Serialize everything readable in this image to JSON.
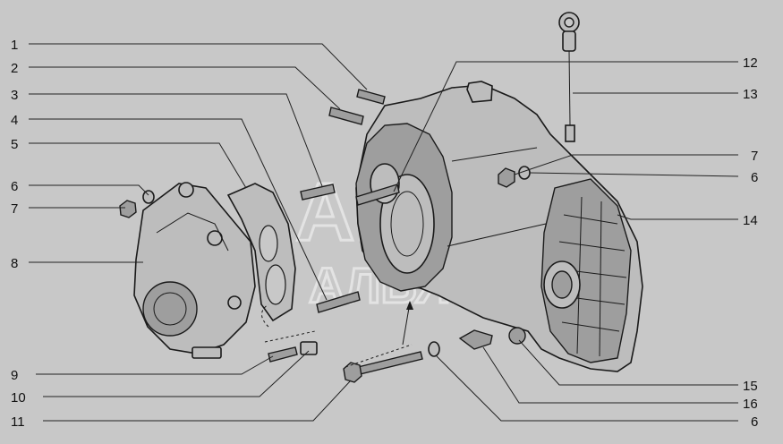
{
  "diagram": {
    "watermark": {
      "line1": "АВТО",
      "line2": "АЛЬЯНС"
    },
    "callouts": [
      {
        "id": "c1",
        "text": "1"
      },
      {
        "id": "c2",
        "text": "2"
      },
      {
        "id": "c3",
        "text": "3"
      },
      {
        "id": "c4",
        "text": "4"
      },
      {
        "id": "c5",
        "text": "5"
      },
      {
        "id": "c6a",
        "text": "6"
      },
      {
        "id": "c7a",
        "text": "7"
      },
      {
        "id": "c8",
        "text": "8"
      },
      {
        "id": "c9",
        "text": "9"
      },
      {
        "id": "c10",
        "text": "10"
      },
      {
        "id": "c11",
        "text": "11"
      },
      {
        "id": "c12",
        "text": "12"
      },
      {
        "id": "c13",
        "text": "13"
      },
      {
        "id": "c7b",
        "text": "7"
      },
      {
        "id": "c6b",
        "text": "6"
      },
      {
        "id": "c14",
        "text": "14"
      },
      {
        "id": "c15",
        "text": "15"
      },
      {
        "id": "c16",
        "text": "16"
      },
      {
        "id": "c6c",
        "text": "6"
      }
    ]
  }
}
